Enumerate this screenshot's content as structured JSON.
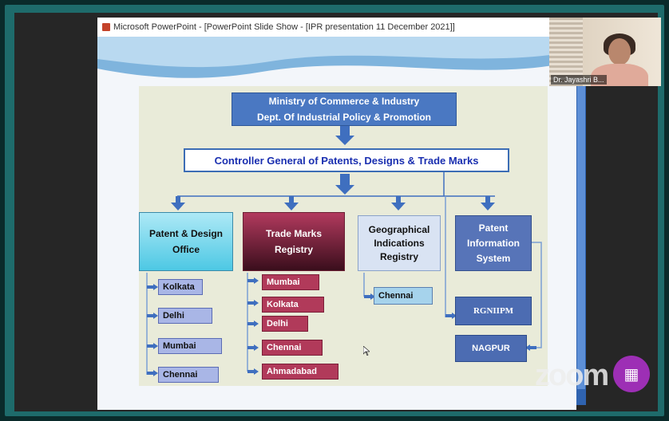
{
  "window": {
    "title": "Microsoft PowerPoint - [PowerPoint Slide Show - [IPR presentation 11 December 2021]]",
    "minimize_icon": "minimize-icon",
    "maximize_icon": "maximize-icon"
  },
  "slide": {
    "ministry": {
      "line1": "Ministry of Commerce & Industry",
      "line2": "Dept. Of Industrial Policy & Promotion"
    },
    "controller": "Controller General of Patents, Designs & Trade Marks",
    "patent_office": {
      "line1": "Patent & Design",
      "line2": "Office"
    },
    "trade_marks": {
      "line1": "Trade Marks",
      "line2": "Registry"
    },
    "gi_registry": {
      "line1": "Geographical",
      "line2": "Indications",
      "line3": "Registry"
    },
    "pis": {
      "line1": "Patent",
      "line2": "Information",
      "line3": "System"
    },
    "patent_cities": [
      "Kolkata",
      "Delhi",
      "Mumbai",
      "Chennai"
    ],
    "tm_cities": [
      "Mumbai",
      "Kolkata",
      "Delhi",
      "Chennai",
      "Ahmadabad"
    ],
    "gi_city": "Chennai",
    "pis_units": [
      "RGNIIPM",
      "NAGPUR"
    ]
  },
  "webcam": {
    "name": "Dr. Jayashri B..."
  },
  "branding": {
    "zoom_text": "zoom",
    "zoom_badge_icon": "zoom-apps-icon"
  },
  "colors": {
    "frame": "#1e6b6b",
    "ministry_fill": "#4a78c2",
    "controller_text": "#1a2fb0",
    "trade_marks_fill": "#b23a5e",
    "pis_fill": "#5774b8",
    "zoom_badge": "#9d2fb5"
  }
}
